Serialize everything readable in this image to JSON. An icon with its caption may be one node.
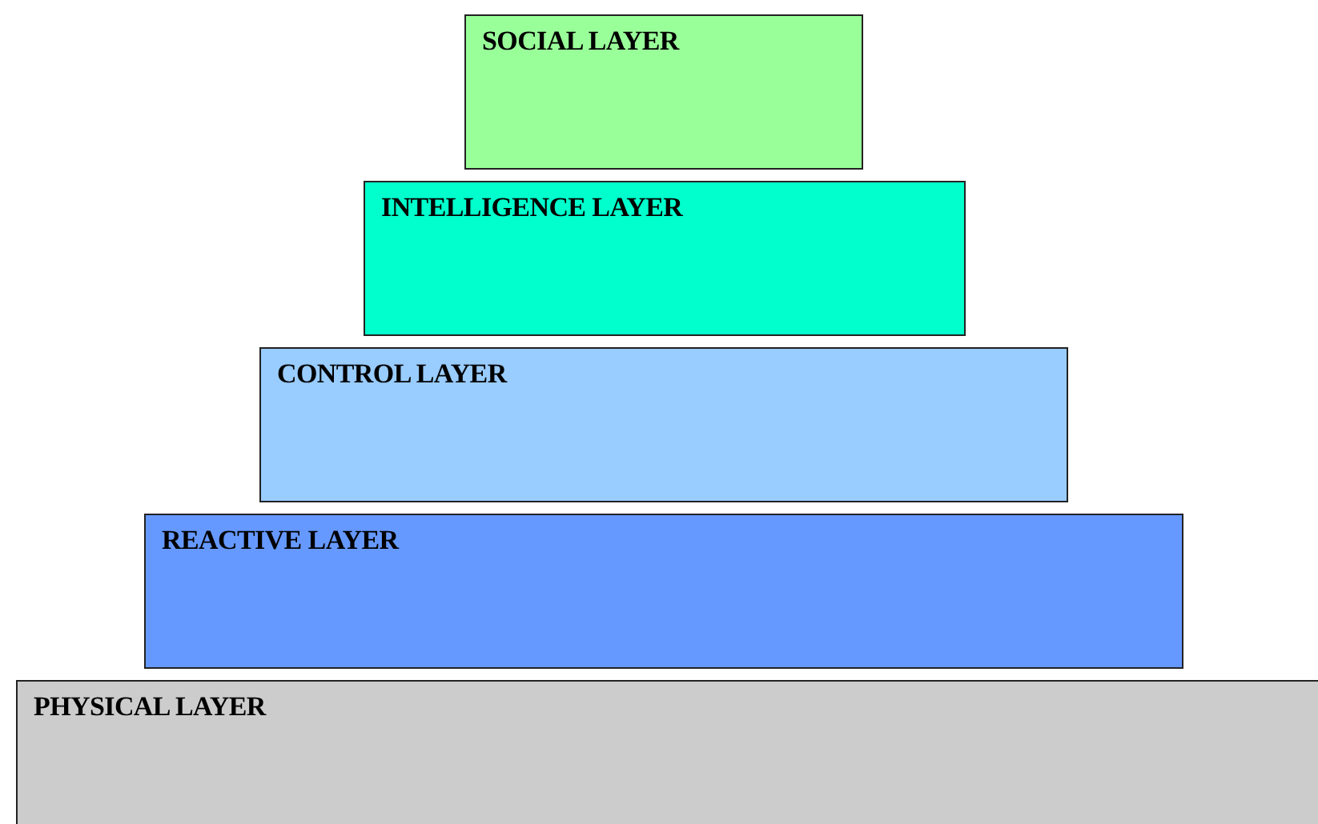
{
  "diagram": {
    "nodes": [
      {
        "text": [
          "SOCIAL LAYER"
        ]
      },
      {
        "text": [
          "INTELLIGENCE LAYER"
        ]
      },
      {
        "text": [
          "CONTROL LAYER"
        ]
      },
      {
        "text": [
          "REACTIVE LAYER"
        ]
      },
      {
        "text": [
          "PHYSICAL LAYER"
        ]
      }
    ]
  }
}
